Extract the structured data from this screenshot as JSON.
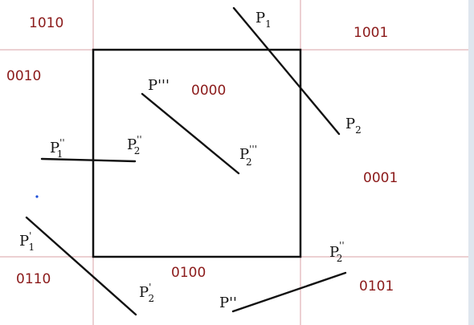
{
  "region_codes": {
    "top_left": "1010",
    "top_right": "1001",
    "left": "0010",
    "center": "0000",
    "right": "0001",
    "bottom_left": "0110",
    "bottom": "0100",
    "bottom_right": "0101"
  },
  "labels": {
    "p1_main": "P",
    "p1_sub": "1",
    "p2_main": "P",
    "p2_sub": "2",
    "p1_triple": "P'''",
    "p2_triple_main": "P",
    "p2_triple_sup": "'''",
    "p2_triple_sub": "2",
    "p1_double_left": "P",
    "p1_double_left_sup": "''",
    "p1_double_left_sub": "1",
    "p2_double_left": "P",
    "p2_double_left_sup": "''",
    "p2_double_left_sub": "2",
    "p1_prime_main": "P",
    "p1_prime_sup": "'",
    "p1_prime_sub": "1",
    "p2_prime_main": "P",
    "p2_prime_sup": "'",
    "p2_prime_sub": "2",
    "p1_double_bottom": "P''",
    "p2_double_bottom_main": "P",
    "p2_double_bottom_sup": "''",
    "p2_double_bottom_sub": "2"
  },
  "colors": {
    "region_code": "#8b1a1a",
    "grid": "#d9a0a6",
    "ink": "#111111",
    "marker": "#1d4fd8"
  }
}
